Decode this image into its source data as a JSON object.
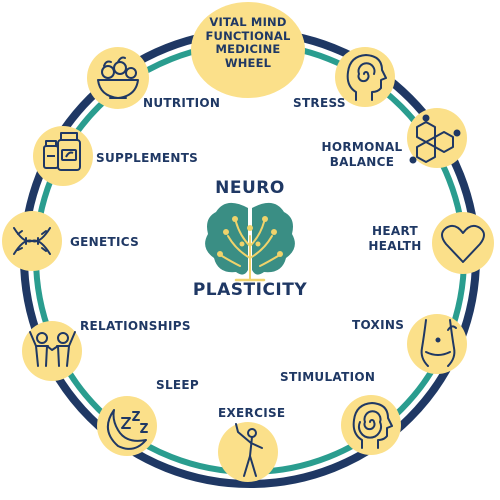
{
  "title": [
    "VITAL MIND",
    "FUNCTIONAL",
    "MEDICINE",
    "WHEEL"
  ],
  "center": {
    "top": "NEURO",
    "bottom": "PLASTICITY"
  },
  "labels": {
    "nutrition": "NUTRITION",
    "stress": "STRESS",
    "hormonal": [
      "HORMONAL",
      "BALANCE"
    ],
    "supplements": "SUPPLEMENTS",
    "heart": [
      "HEART",
      "HEALTH"
    ],
    "genetics": "GENETICS",
    "toxins": "TOXINS",
    "relationships": "RELATIONSHIPS",
    "stimulation": "STIMULATION",
    "sleep": "SLEEP",
    "exercise": "EXERCISE"
  },
  "icons": {
    "nutrition": "fruit-bowl-icon",
    "stress": "head-spiral-icon",
    "hormonal": "hexagon-molecule-icon",
    "supplements": "supplement-jars-icon",
    "heart": "heart-icon",
    "genetics": "dna-icon",
    "toxins": "torso-icon",
    "relationships": "people-icon",
    "stimulation": "head-spiral-icon",
    "sleep": "moon-zzz-icon",
    "exercise": "stretching-person-icon"
  },
  "colors": {
    "navy": "#1f3864",
    "teal": "#2a9d8f",
    "circle_fill": "#fbe08a",
    "brain_teal": "#3a8e84",
    "tree_yellow": "#f0d36b"
  }
}
